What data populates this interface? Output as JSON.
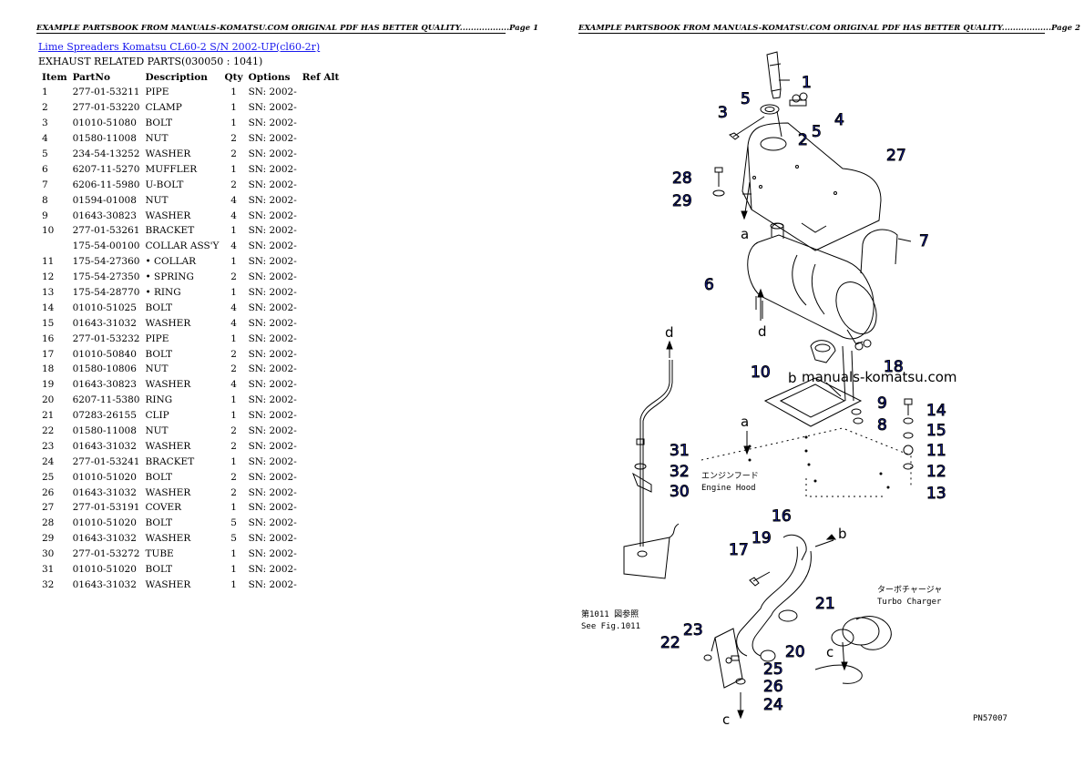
{
  "header": {
    "page1": "EXAMPLE PARTSBOOK FROM MANUALS-KOMATSU.COM ORIGINAL PDF HAS BETTER QUALITY..................Page 1",
    "page2": "EXAMPLE PARTSBOOK FROM MANUALS-KOMATSU.COM ORIGINAL PDF HAS BETTER QUALITY..................Page 2"
  },
  "title_link": "Lime Spreaders Komatsu CL60-2 S/N 2002-UP(cl60-2r)",
  "subtitle": "EXHAUST RELATED PARTS(030050 : 1041)",
  "columns": [
    "Item",
    "PartNo",
    "Description",
    "Qty",
    "Options",
    "Ref Alt"
  ],
  "rows": [
    {
      "item": "1",
      "part": "277-01-53211",
      "desc": "PIPE",
      "qty": "1",
      "opt": "SN: 2002-"
    },
    {
      "item": "2",
      "part": "277-01-53220",
      "desc": "CLAMP",
      "qty": "1",
      "opt": "SN: 2002-"
    },
    {
      "item": "3",
      "part": "01010-51080",
      "desc": "BOLT",
      "qty": "1",
      "opt": "SN: 2002-"
    },
    {
      "item": "4",
      "part": "01580-11008",
      "desc": "NUT",
      "qty": "2",
      "opt": "SN: 2002-"
    },
    {
      "item": "5",
      "part": "234-54-13252",
      "desc": "WASHER",
      "qty": "2",
      "opt": "SN: 2002-"
    },
    {
      "item": "6",
      "part": "6207-11-5270",
      "desc": "MUFFLER",
      "qty": "1",
      "opt": "SN: 2002-"
    },
    {
      "item": "7",
      "part": "6206-11-5980",
      "desc": "U-BOLT",
      "qty": "2",
      "opt": "SN: 2002-"
    },
    {
      "item": "8",
      "part": "01594-01008",
      "desc": "NUT",
      "qty": "4",
      "opt": "SN: 2002-"
    },
    {
      "item": "9",
      "part": "01643-30823",
      "desc": "WASHER",
      "qty": "4",
      "opt": "SN: 2002-"
    },
    {
      "item": "10",
      "part": "277-01-53261",
      "desc": "BRACKET",
      "qty": "1",
      "opt": "SN: 2002-"
    },
    {
      "item": "",
      "part": "175-54-00100",
      "desc": "COLLAR ASS'Y",
      "qty": "4",
      "opt": "SN: 2002-"
    },
    {
      "item": "11",
      "part": "175-54-27360",
      "desc": "• COLLAR",
      "qty": "1",
      "opt": "SN: 2002-"
    },
    {
      "item": "12",
      "part": "175-54-27350",
      "desc": "• SPRING",
      "qty": "2",
      "opt": "SN: 2002-"
    },
    {
      "item": "13",
      "part": "175-54-28770",
      "desc": "• RING",
      "qty": "1",
      "opt": "SN: 2002-"
    },
    {
      "item": "14",
      "part": "01010-51025",
      "desc": "BOLT",
      "qty": "4",
      "opt": "SN: 2002-"
    },
    {
      "item": "15",
      "part": "01643-31032",
      "desc": "WASHER",
      "qty": "4",
      "opt": "SN: 2002-"
    },
    {
      "item": "16",
      "part": "277-01-53232",
      "desc": "PIPE",
      "qty": "1",
      "opt": "SN: 2002-"
    },
    {
      "item": "17",
      "part": "01010-50840",
      "desc": "BOLT",
      "qty": "2",
      "opt": "SN: 2002-"
    },
    {
      "item": "18",
      "part": "01580-10806",
      "desc": "NUT",
      "qty": "2",
      "opt": "SN: 2002-"
    },
    {
      "item": "19",
      "part": "01643-30823",
      "desc": "WASHER",
      "qty": "4",
      "opt": "SN: 2002-"
    },
    {
      "item": "20",
      "part": "6207-11-5380",
      "desc": "RING",
      "qty": "1",
      "opt": "SN: 2002-"
    },
    {
      "item": "21",
      "part": "07283-26155",
      "desc": "CLIP",
      "qty": "1",
      "opt": "SN: 2002-"
    },
    {
      "item": "22",
      "part": "01580-11008",
      "desc": "NUT",
      "qty": "2",
      "opt": "SN: 2002-"
    },
    {
      "item": "23",
      "part": "01643-31032",
      "desc": "WASHER",
      "qty": "2",
      "opt": "SN: 2002-"
    },
    {
      "item": "24",
      "part": "277-01-53241",
      "desc": "BRACKET",
      "qty": "1",
      "opt": "SN: 2002-"
    },
    {
      "item": "25",
      "part": "01010-51020",
      "desc": "BOLT",
      "qty": "2",
      "opt": "SN: 2002-"
    },
    {
      "item": "26",
      "part": "01643-31032",
      "desc": "WASHER",
      "qty": "2",
      "opt": "SN: 2002-"
    },
    {
      "item": "27",
      "part": "277-01-53191",
      "desc": "COVER",
      "qty": "1",
      "opt": "SN: 2002-"
    },
    {
      "item": "28",
      "part": "01010-51020",
      "desc": "BOLT",
      "qty": "5",
      "opt": "SN: 2002-"
    },
    {
      "item": "29",
      "part": "01643-31032",
      "desc": "WASHER",
      "qty": "5",
      "opt": "SN: 2002-"
    },
    {
      "item": "30",
      "part": "277-01-53272",
      "desc": "TUBE",
      "qty": "1",
      "opt": "SN: 2002-"
    },
    {
      "item": "31",
      "part": "01010-51020",
      "desc": "BOLT",
      "qty": "1",
      "opt": "SN: 2002-"
    },
    {
      "item": "32",
      "part": "01643-31032",
      "desc": "WASHER",
      "qty": "1",
      "opt": "SN: 2002-"
    }
  ],
  "diagram": {
    "watermark": "manuals-komatsu.com",
    "engine_hood_jp": "エンジンフード",
    "engine_hood_en": "Engine Hood",
    "turbo_jp": "ターボチャージャ",
    "turbo_en": "Turbo Charger",
    "see_fig_jp": "第1011 図参照",
    "see_fig_en": "See Fig.1011",
    "figure_code": "PN57007",
    "letters": [
      "a",
      "a",
      "b",
      "b",
      "c",
      "c",
      "d",
      "d"
    ],
    "callouts": [
      "1",
      "2",
      "3",
      "4",
      "5",
      "5",
      "6",
      "7",
      "8",
      "9",
      "10",
      "11",
      "12",
      "13",
      "14",
      "15",
      "16",
      "17",
      "18",
      "19",
      "20",
      "21",
      "22",
      "23",
      "24",
      "25",
      "26",
      "27",
      "28",
      "29",
      "30",
      "31",
      "32"
    ]
  }
}
